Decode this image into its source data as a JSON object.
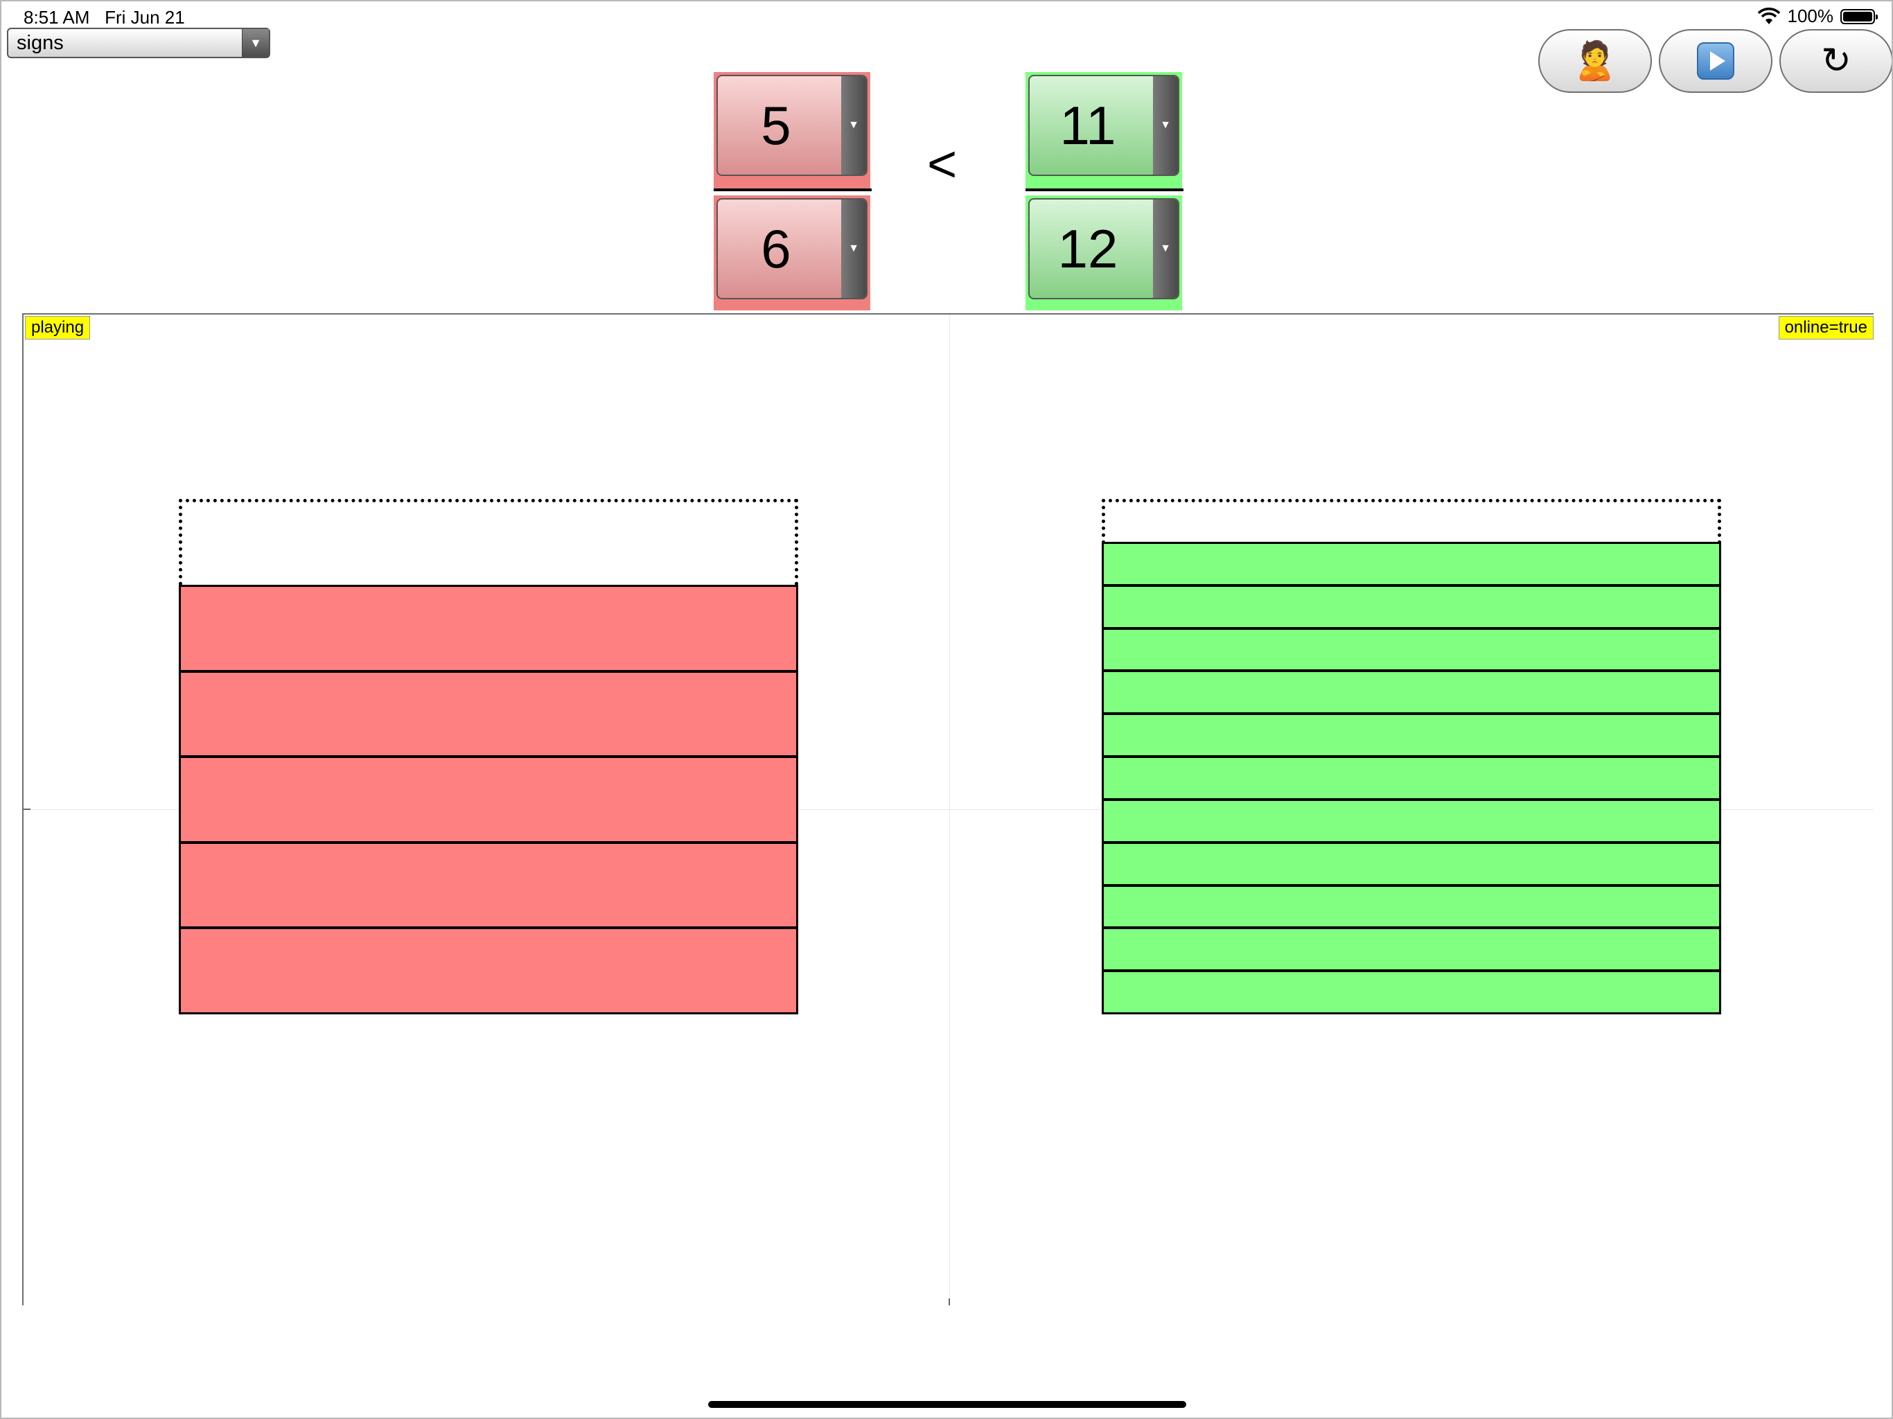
{
  "status_bar": {
    "time": "8:51 AM",
    "date": "Fri Jun 21",
    "battery": "100%"
  },
  "mode_select": {
    "selected": "signs"
  },
  "toolbar": {
    "person_icon": "🙎",
    "play_icon": "play-icon",
    "reset_symbol": "↻"
  },
  "left_fraction": {
    "numerator": "5",
    "denominator": "6",
    "color": "#ff8080"
  },
  "right_fraction": {
    "numerator": "11",
    "denominator": "12",
    "color": "#80ff80"
  },
  "comparison": {
    "sign": "<"
  },
  "badges": {
    "state": "playing",
    "online": "online=true"
  }
}
